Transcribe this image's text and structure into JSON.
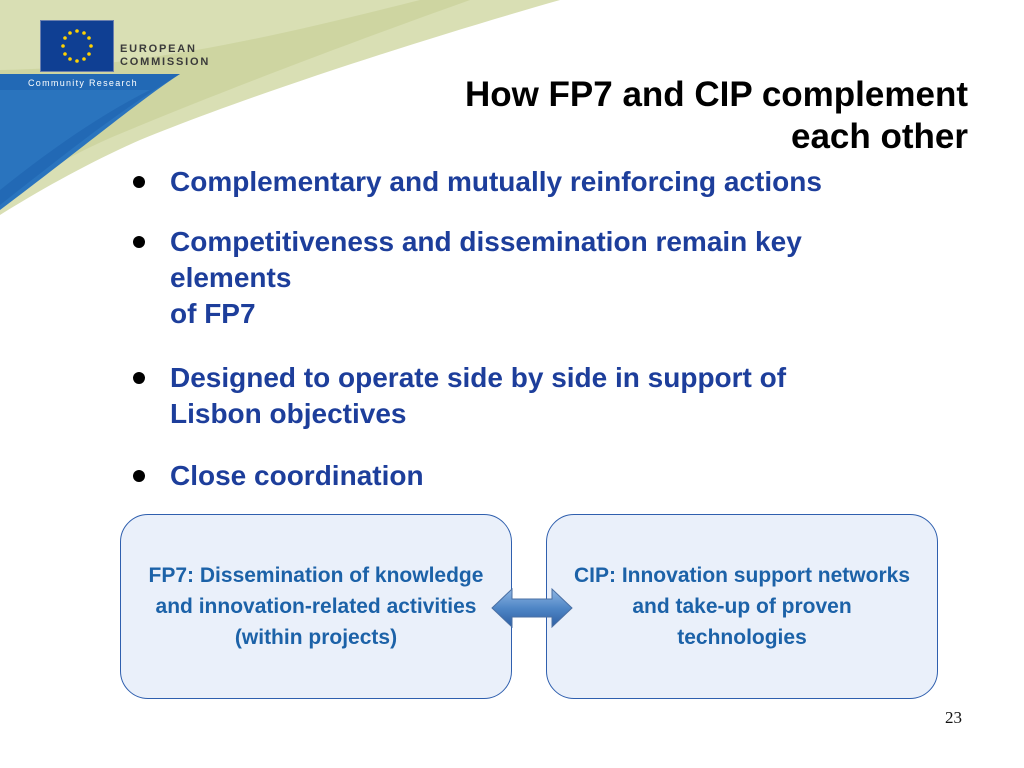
{
  "header": {
    "logo_line1": "EUROPEAN",
    "logo_line2": "COMMISSION",
    "subtitle": "Community Research"
  },
  "slide": {
    "title_line1": "How FP7 and CIP complement",
    "title_line2": "each other",
    "bullets": [
      "Complementary and mutually reinforcing actions",
      "Competitiveness and dissemination remain key\nelements\nof FP7",
      "Designed to operate side by side in support of\nLisbon objectives",
      "Close coordination"
    ],
    "box_left": "FP7: Dissemination of knowledge and innovation-related activities (within projects)",
    "box_right": "CIP: Innovation support networks and take-up of proven technologies",
    "page_number": "23"
  },
  "colors": {
    "swoosh_green": "#d9dfb4",
    "swoosh_blue": "#2a74be",
    "bullet_text": "#1d3e9b",
    "box_text": "#1c62a8",
    "box_border": "#2f5fae",
    "box_fill": "#eaf0fa"
  },
  "icons": {
    "eu_flag": "eu-flag-icon",
    "arrow": "double-arrow-icon"
  }
}
